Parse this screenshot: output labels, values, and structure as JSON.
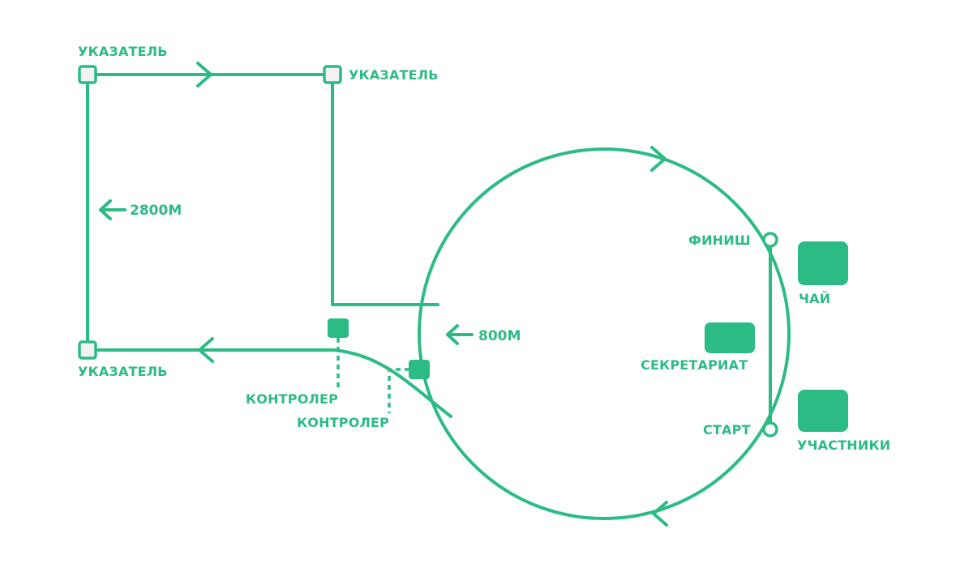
{
  "colors": {
    "accent": "#2dbb85",
    "marker_fill": "#f2f2f2",
    "background": "#ffffff"
  },
  "labels": {
    "signpost_top_left": "УКАЗАТЕЛЬ",
    "signpost_top_right": "УКАЗАТЕЛЬ",
    "signpost_bottom_left": "УКАЗАТЕЛЬ",
    "distance_outer": "2800М",
    "distance_loop": "800М",
    "finish": "ФИНИШ",
    "start": "СТАРТ",
    "tea": "ЧАЙ",
    "secretariat": "СЕКРЕТАРИАТ",
    "participants": "УЧАСТНИКИ",
    "controller_1": "КОНТРОЛЕР",
    "controller_2": "КОНТРОЛЕР"
  },
  "icons": {
    "direction_arrow": "chevron-arrow-icon",
    "distance_arrow": "left-arrow-icon",
    "signpost": "square-marker-icon",
    "checkpoint": "circle-marker-icon"
  }
}
